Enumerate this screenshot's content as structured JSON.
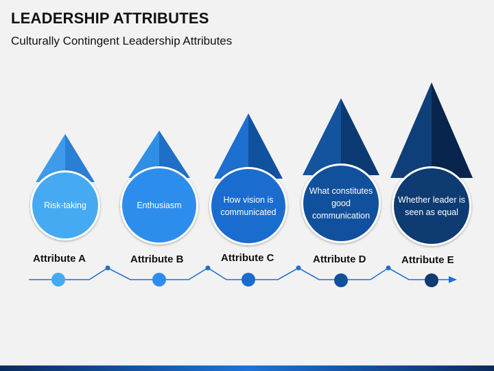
{
  "slide": {
    "title": "LEADERSHIP ATTRIBUTES",
    "subtitle": "Culturally Contingent Leadership Attributes"
  },
  "attributes": [
    {
      "label": "Attribute A",
      "text": "Risk-taking",
      "color": "#45aaf2",
      "cone_light": "#3d9be9",
      "cone_dark": "#2a7fd4"
    },
    {
      "label": "Attribute B",
      "text": "Enthusiasm",
      "color": "#2d8ded",
      "cone_light": "#2f8fe6",
      "cone_dark": "#1e6fc8"
    },
    {
      "label": "Attribute C",
      "text": "How vision is communicated",
      "color": "#1a6ccf",
      "cone_light": "#1d6fd0",
      "cone_dark": "#11529f"
    },
    {
      "label": "Attribute D",
      "text": "What constitutes good communication",
      "color": "#11509c",
      "cone_light": "#14549f",
      "cone_dark": "#0b3a73"
    },
    {
      "label": "Attribute E",
      "text": "Whether leader is seen as equal",
      "color": "#0d3b72",
      "cone_light": "#0f3f78",
      "cone_dark": "#07254d"
    }
  ],
  "colors": {
    "line": "#1f6fd0",
    "background": "#f2f2f2"
  }
}
